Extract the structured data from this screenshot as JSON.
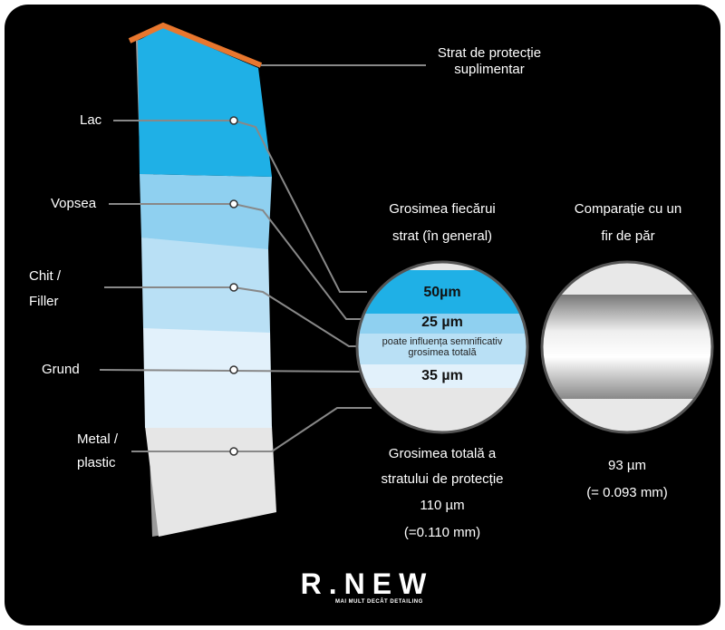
{
  "labels": {
    "extra": "Strat de protecție suplimentar",
    "lac": "Lac",
    "vopsea": "Vopsea",
    "chit": "Chit /",
    "chit2": "Filler",
    "grund": "Grund",
    "metal": "Metal /",
    "metal2": "plastic"
  },
  "section_titles": {
    "thickness_1": "Grosimea fiecărui",
    "thickness_2": "strat (în general)",
    "hair_1": "Comparație cu un",
    "hair_2": "fir de păr"
  },
  "circle": {
    "lac": "50µm",
    "vopsea": "25 µm",
    "chit_note": "poate influența semnificativ grosimea totală",
    "grund": "35 µm"
  },
  "totals": {
    "line1": "Grosimea totală a",
    "line2": "stratului de protecție",
    "line3": "110 µm",
    "line4": "(=0.110 mm)"
  },
  "hair": {
    "value": "93 µm",
    "mm": "(= 0.093 mm)"
  },
  "logo": {
    "name": "R.NEW",
    "tagline": "MAI MULT DECÂT DETAILING"
  },
  "colors": {
    "orange": "#e8772e",
    "lac": "#1fb0e6",
    "vopsea": "#8fd0f0",
    "chit": "#b9e0f5",
    "grund": "#e2f1fb",
    "metal": "#e6e6e6"
  }
}
